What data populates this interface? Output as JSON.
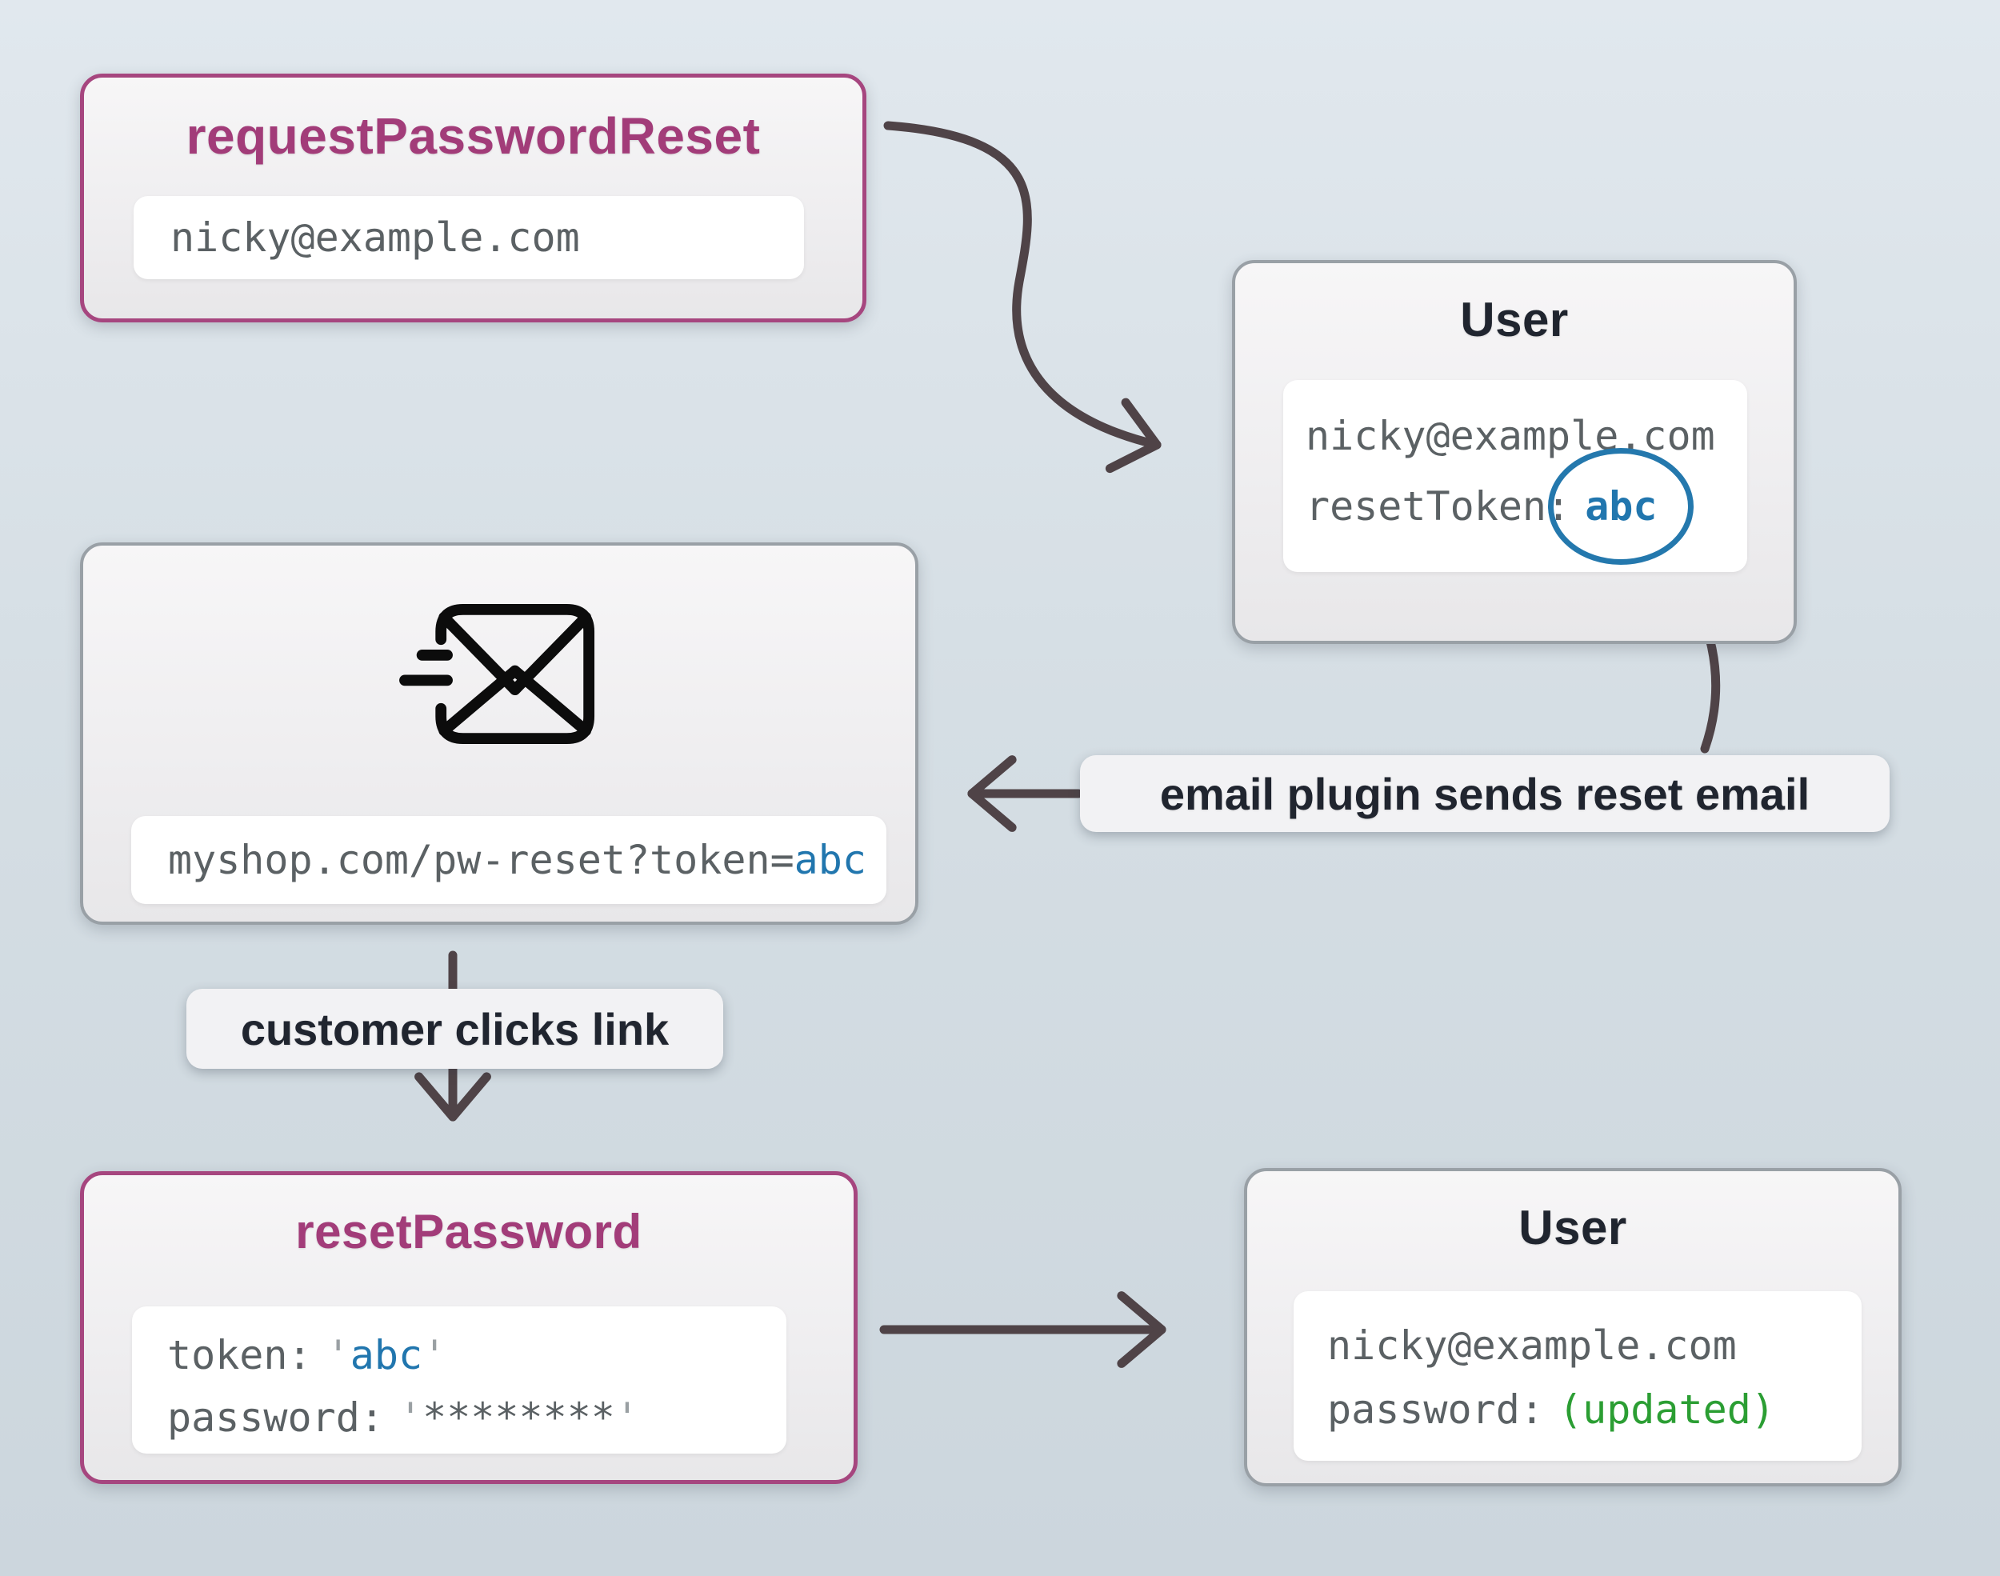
{
  "colors": {
    "background_top": "#e1e8ee",
    "background_bottom": "#ccd6dd",
    "purple_accent": "#a23c79",
    "gray_border": "#99a0a6",
    "dark_text": "#20252f",
    "mono_gray": "#5b6164",
    "token_blue": "#2176ae",
    "updated_green": "#2b9e33",
    "arrow_dark": "#4f4347"
  },
  "nodes": {
    "request_password_reset": {
      "title": "requestPasswordReset",
      "email": "nicky@example.com"
    },
    "user_top": {
      "title": "User",
      "email": "nicky@example.com",
      "token_label": "resetToken:",
      "token_value": "abc"
    },
    "email_message": {
      "icon": "send-email-icon",
      "url_prefix": "myshop.com/pw-reset?token=",
      "url_token": "abc"
    },
    "reset_password": {
      "title": "resetPassword",
      "token_label": "token:",
      "quote": "'",
      "token_value": "abc",
      "password_label": "password:",
      "password_value": "********"
    },
    "user_bottom": {
      "title": "User",
      "email": "nicky@example.com",
      "password_label": "password:",
      "password_value": "(updated)"
    }
  },
  "annotations": {
    "email_plugin_label": "email plugin sends reset email",
    "customer_clicks_label": "customer clicks link"
  }
}
